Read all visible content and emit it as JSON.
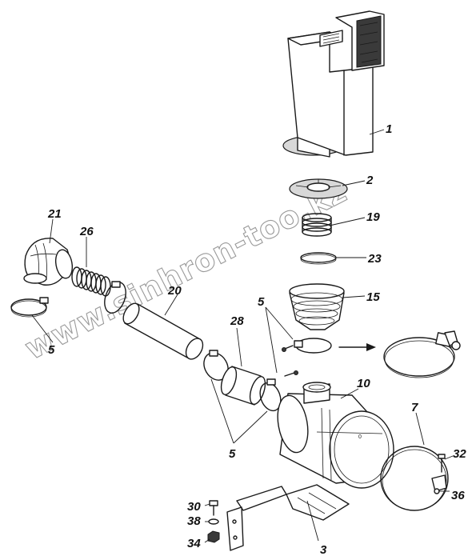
{
  "watermark": "www.sinhron-too.kz",
  "callouts": [
    {
      "key": "c1",
      "text": "1"
    },
    {
      "key": "c2",
      "text": "2"
    },
    {
      "key": "c19",
      "text": "19"
    },
    {
      "key": "c23",
      "text": "23"
    },
    {
      "key": "c15",
      "text": "15"
    },
    {
      "key": "c21",
      "text": "21"
    },
    {
      "key": "c26",
      "text": "26"
    },
    {
      "key": "c20",
      "text": "20"
    },
    {
      "key": "c28",
      "text": "28"
    },
    {
      "key": "c5a",
      "text": "5"
    },
    {
      "key": "c5b",
      "text": "5"
    },
    {
      "key": "c5c",
      "text": "5"
    },
    {
      "key": "c10",
      "text": "10"
    },
    {
      "key": "c7",
      "text": "7"
    },
    {
      "key": "c32",
      "text": "32"
    },
    {
      "key": "c36",
      "text": "36"
    },
    {
      "key": "c30",
      "text": "30"
    },
    {
      "key": "c38",
      "text": "38"
    },
    {
      "key": "c34",
      "text": "34"
    },
    {
      "key": "c3",
      "text": "3"
    }
  ],
  "colors": {
    "line": "#1a1a1a",
    "watermark": "#9a9a9a",
    "background": "#ffffff"
  }
}
